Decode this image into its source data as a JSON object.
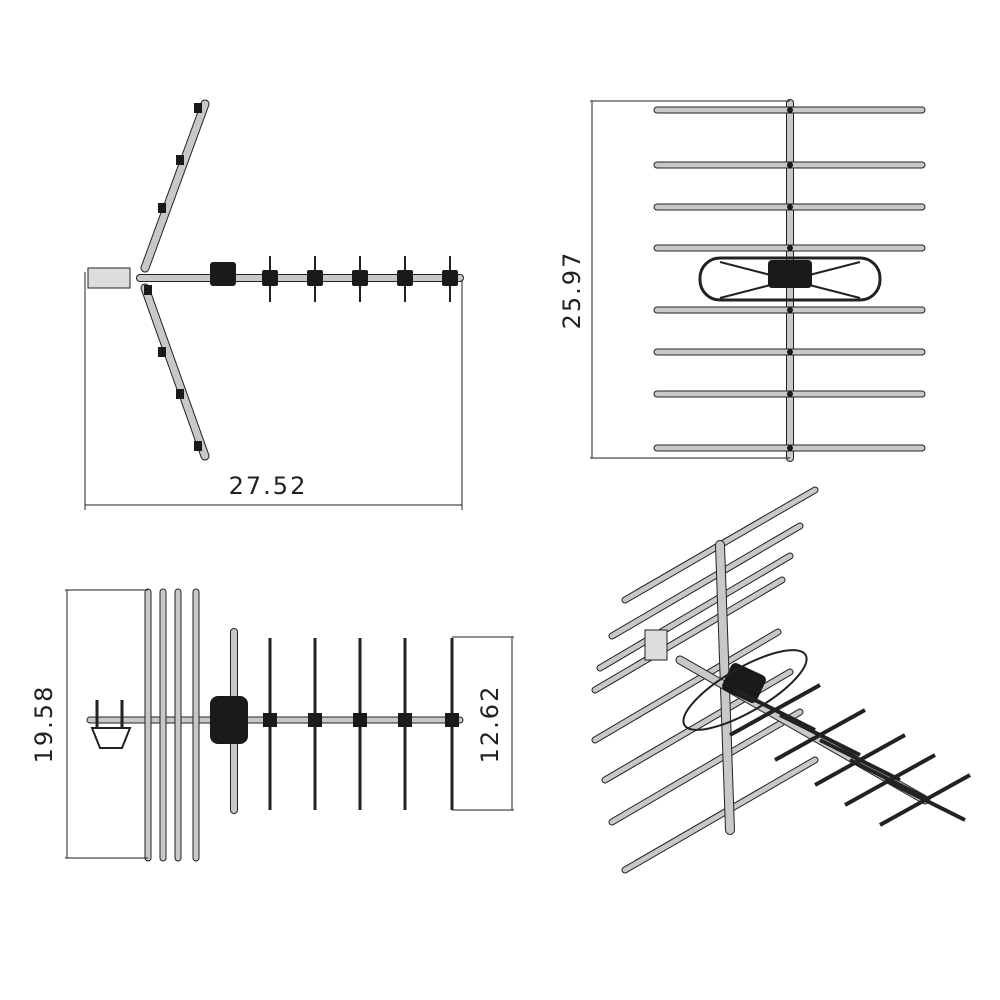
{
  "title": "Antenna dimension drawing",
  "views": {
    "top": {
      "dimension_label": "27.52"
    },
    "front": {
      "dimension_label": "25.97"
    },
    "side": {
      "dimension_label_left": "19.58",
      "dimension_label_right": "12.62"
    },
    "isometric": {}
  },
  "colors": {
    "line": "#222222",
    "metal": "#c8c8c8",
    "body": "#1a1a1a"
  }
}
